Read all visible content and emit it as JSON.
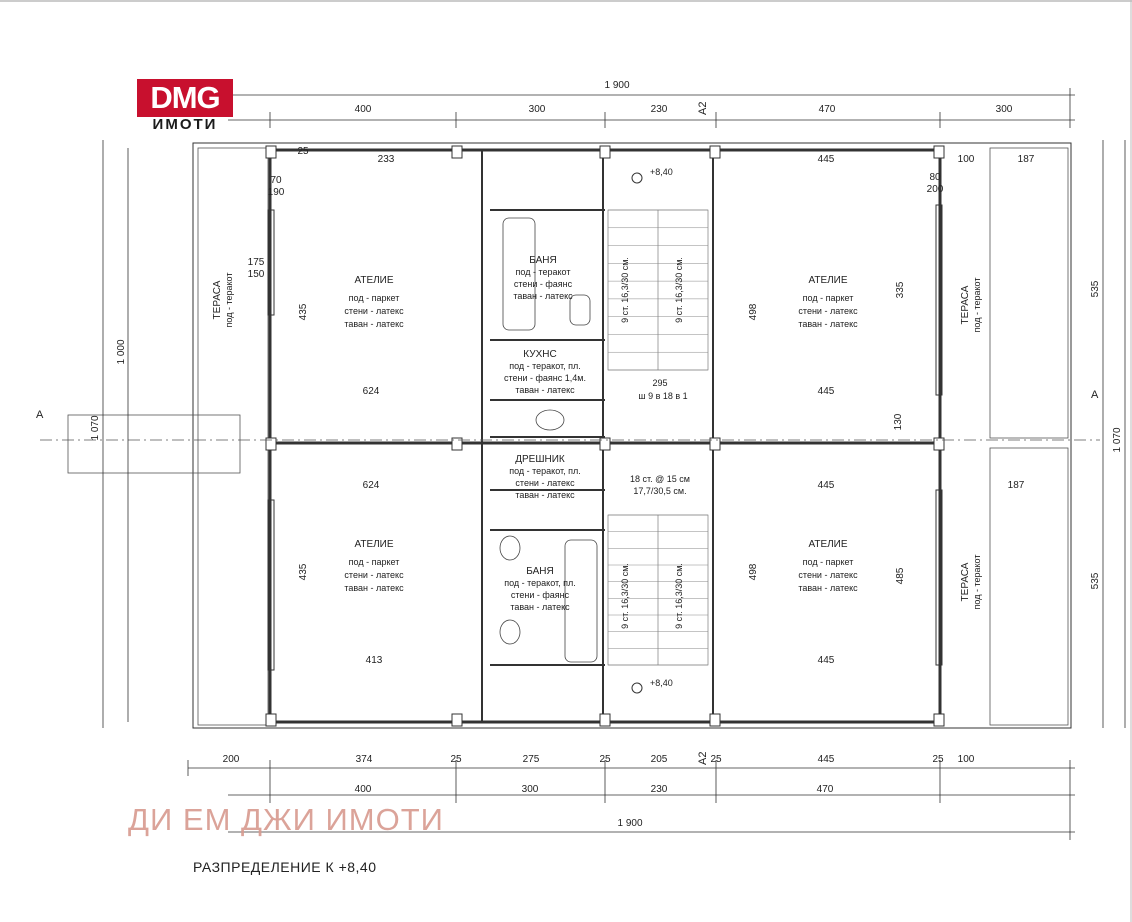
{
  "logo": {
    "mark": "DMG",
    "sub": "ИМОТИ"
  },
  "watermark": "ДИ ЕМ ДЖИ ИМОТИ",
  "caption": "РАЗПРЕДЕЛЕНИЕ  К  +8,40",
  "dims": {
    "total_top": "1 900",
    "top_row": [
      "400",
      "300",
      "230",
      "470",
      "300"
    ],
    "bottom_row1": [
      "200",
      "374",
      "25",
      "275",
      "25",
      "205",
      "25",
      "445",
      "25",
      "100"
    ],
    "bottom_row2": [
      "400",
      "300",
      "230",
      "470"
    ],
    "total_bottom": "1 900",
    "left_outer": "1 070",
    "left_inner": "1 000",
    "right_outer": "1 070",
    "right_upper": "535",
    "right_lower": "535"
  },
  "section_marks": {
    "a_left": "А",
    "a_right": "А",
    "a2_top": "А2",
    "a2_bottom": "А2"
  },
  "levels": {
    "top": "+8,40",
    "bottom": "+8,40"
  },
  "rooms": {
    "atelier_tl": {
      "title": "АТЕЛИЕ",
      "lines": [
        "под - паркет",
        "стени - латекс",
        "таван - латекс"
      ]
    },
    "atelier_bl": {
      "title": "АТЕЛИЕ",
      "lines": [
        "под - паркет",
        "стени - латекс",
        "таван - латекс"
      ]
    },
    "atelier_tr": {
      "title": "АТЕЛИЕ",
      "lines": [
        "под - паркет",
        "стени - латекс",
        "таван - латекс"
      ]
    },
    "atelier_br": {
      "title": "АТЕЛИЕ",
      "lines": [
        "под - паркет",
        "стени - латекс",
        "таван - латекс"
      ]
    },
    "bath_top": {
      "title": "БАНЯ",
      "lines": [
        "под - теракот",
        "стени - фаянс",
        "таван - латекс"
      ]
    },
    "bath_bottom": {
      "title": "БАНЯ",
      "lines": [
        "под - теракот, пл.",
        "стени - фаянс",
        "таван - латекс"
      ]
    },
    "kitchen": {
      "title": "КУХНС",
      "lines": [
        "под - теракот, пл.",
        "стени - фаянс 1,4м.",
        "таван - латекс"
      ]
    },
    "dressing": {
      "title": "ДРЕШНИК",
      "lines": [
        "под - теракот, пл.",
        "стени - латекс",
        "таван - латекс"
      ]
    },
    "terrace_left": {
      "title": "ТЕРАСА",
      "sub": "под - теракот"
    },
    "terrace_right_top": {
      "title": "ТЕРАСА",
      "sub": "под - теракот"
    },
    "terrace_right_bottom": {
      "title": "ТЕРАСА",
      "sub": "под - теракот"
    }
  },
  "stairs": {
    "top_left": "9 ст. 16,3/30 см.",
    "top_right": "9 ст. 16,3/30 см.",
    "bottom_left": "9 ст. 16,3/30 см.",
    "bottom_right": "9 ст. 16,3/30 см.",
    "width_295": "295",
    "spec1": "ш 9 в 18 в 1",
    "spec2a": "18 ст. @ 15 см",
    "spec2b": "17,7/30,5 см."
  },
  "inner_dims": {
    "w233": "233",
    "w445a": "445",
    "w100": "100",
    "w187a": "187",
    "w624a": "624",
    "w445b": "445",
    "w624b": "624",
    "w445c": "445",
    "w187b": "187",
    "w413": "413",
    "w445d": "445",
    "h435a": "435",
    "h435b": "435",
    "h498a": "498",
    "h498b": "498",
    "h335": "335",
    "h485": "485",
    "w175": "175",
    "w150": "150",
    "w70": "70",
    "w190": "190",
    "w80": "80",
    "w200": "200",
    "w25": "25",
    "w130": "130"
  }
}
